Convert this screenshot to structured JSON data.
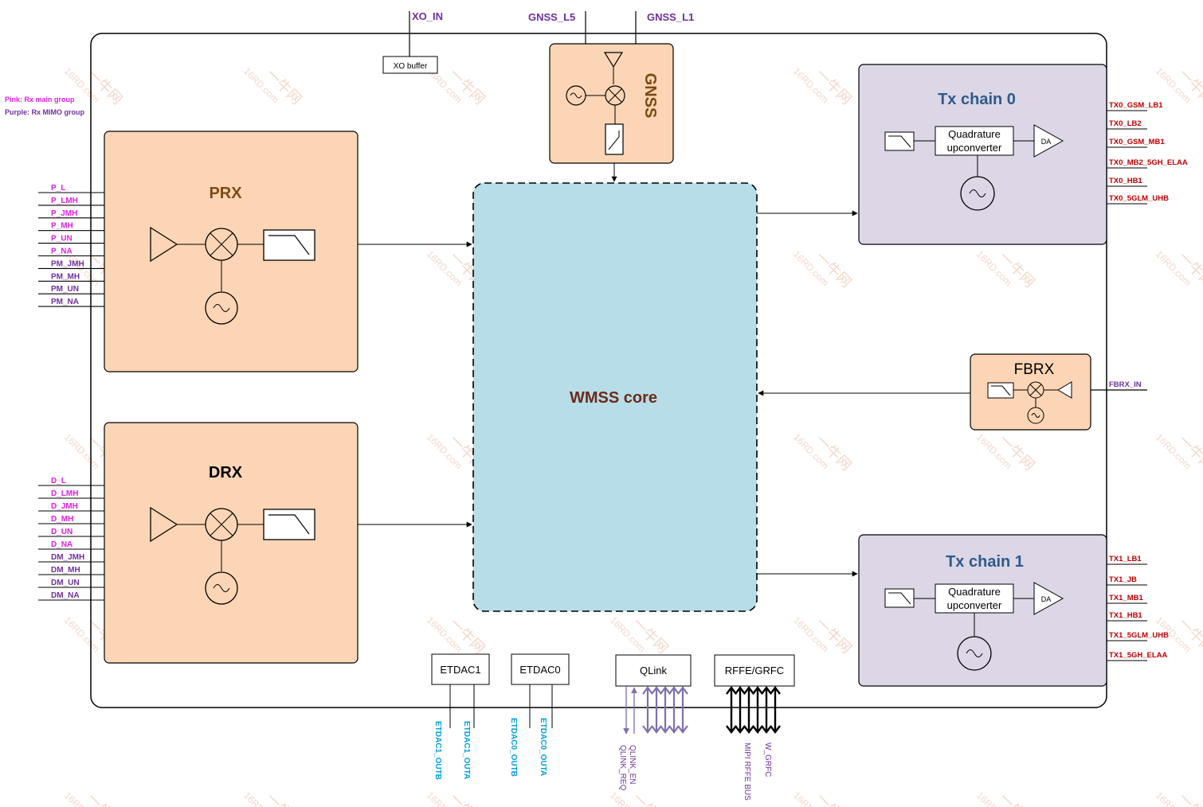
{
  "legend": {
    "pink": "Pink: Rx main group",
    "purple": "Purple: Rx MIMO group"
  },
  "top_pins": {
    "xo_in": "XO_IN",
    "gnss_l5": "GNSS_L5",
    "gnss_l1": "GNSS_L1"
  },
  "blocks": {
    "xo_buffer": "XO buffer",
    "gnss": "GNSS",
    "prx": "PRX",
    "drx": "DRX",
    "wmss_core": "WMSS core",
    "tx_chain0": "Tx chain 0",
    "tx_chain1": "Tx chain 1",
    "fbrx": "FBRX",
    "quad_upconv_line1": "Quadrature",
    "quad_upconv_line2": "upconverter",
    "da": "DA",
    "etdac1": "ETDAC1",
    "etdac0": "ETDAC0",
    "qlink": "QLink",
    "rffe_grfc": "RFFE/GRFC"
  },
  "prx_pins": [
    {
      "label": "P_L",
      "group": "pink"
    },
    {
      "label": "P_LMH",
      "group": "pink"
    },
    {
      "label": "P_JMH",
      "group": "pink"
    },
    {
      "label": "P_MH",
      "group": "pink"
    },
    {
      "label": "P_UN",
      "group": "pink"
    },
    {
      "label": "P_NA",
      "group": "pink"
    },
    {
      "label": "PM_JMH",
      "group": "purple"
    },
    {
      "label": "PM_MH",
      "group": "purple"
    },
    {
      "label": "PM_UN",
      "group": "purple"
    },
    {
      "label": "PM_NA",
      "group": "purple"
    }
  ],
  "drx_pins": [
    {
      "label": "D_L",
      "group": "pink"
    },
    {
      "label": "D_LMH",
      "group": "pink"
    },
    {
      "label": "D_JMH",
      "group": "pink"
    },
    {
      "label": "D_MH",
      "group": "pink"
    },
    {
      "label": "D_UN",
      "group": "pink"
    },
    {
      "label": "D_NA",
      "group": "pink"
    },
    {
      "label": "DM_JMH",
      "group": "purple"
    },
    {
      "label": "DM_MH",
      "group": "purple"
    },
    {
      "label": "DM_UN",
      "group": "purple"
    },
    {
      "label": "DM_NA",
      "group": "purple"
    }
  ],
  "tx0_pins": [
    "TX0_GSM_LB1",
    "TX0_LB2",
    "TX0_GSM_MB1",
    "TX0_MB2_5GH_ELAA",
    "TX0_HB1",
    "TX0_5GLM_UHB"
  ],
  "tx1_pins": [
    "TX1_LB1",
    "TX1_JB",
    "TX1_MB1",
    "TX1_HB1",
    "TX1_5GLM_UHB",
    "TX1_5GH_ELAA"
  ],
  "fbrx_pin": "FBRX_IN",
  "bottom_pins": {
    "etdac1_outb": "ETDAC1_OUTB",
    "etdac1_outa": "ETDAC1_OUTA",
    "etdac0_outb": "ETDAC0_OUTB",
    "etdac0_outa": "ETDAC0_OUTA",
    "qlink_en": "QLINK_EN",
    "qlink_req": "QLINK_REQ",
    "w_grfc": "W_GRFC",
    "mipi_rffe_bus": "MIPI RFFE BUS"
  },
  "watermark": {
    "site": "16RD.com",
    "brand": "一牛网"
  },
  "colors": {
    "pink": "#e020e0",
    "purple": "#7030a0",
    "tx_red": "#c00000",
    "bottom_blue": "#00a0e0",
    "rx_fill": "#fbd5b5",
    "tx_fill": "#dcd6e6",
    "core_fill": "#b7dde8",
    "title_blue": "#2e5a8a"
  }
}
